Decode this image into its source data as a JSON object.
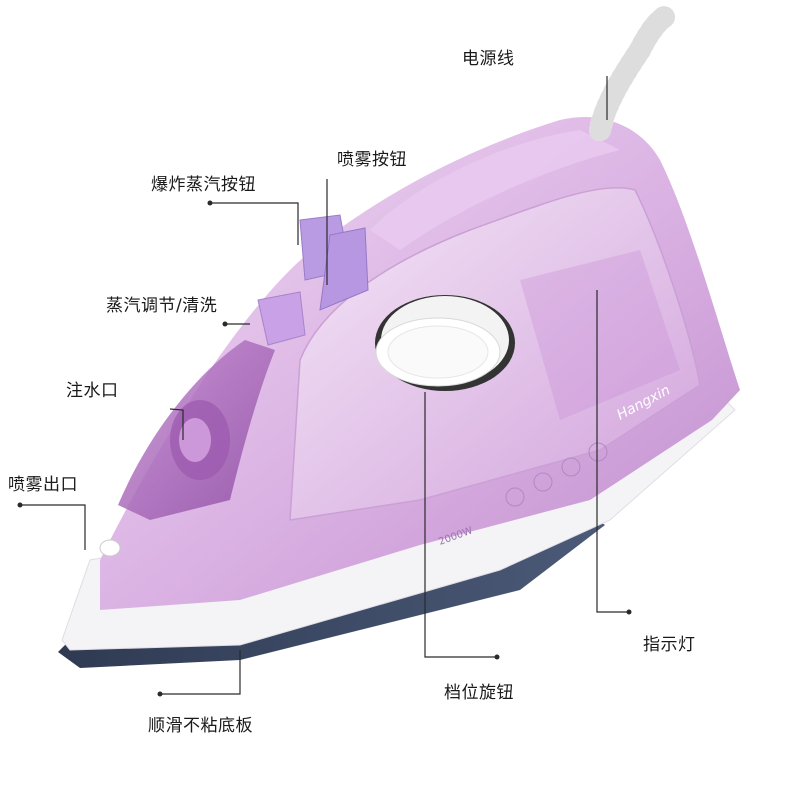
{
  "labels": {
    "power_cord": "电源线",
    "spray_button": "喷雾按钮",
    "burst_steam_button": "爆炸蒸汽按钮",
    "steam_adjust_clean": "蒸汽调节/清洗",
    "water_inlet": "注水口",
    "spray_outlet": "喷雾出口",
    "indicator_light": "指示灯",
    "dial_knob": "档位旋钮",
    "soleplate": "顺滑不粘底板"
  },
  "product": {
    "brand": "Hangxin",
    "power": "2000W"
  },
  "colors": {
    "body": "#d6a9df",
    "body_light": "#ecd3f0",
    "body_dark": "#a56cb4",
    "soleplate": "#3c4a64",
    "white": "#ffffff"
  }
}
